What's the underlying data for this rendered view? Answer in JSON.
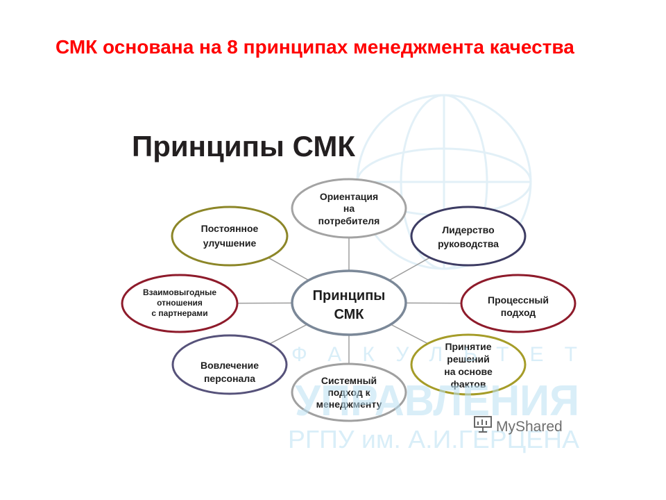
{
  "slide": {
    "title": "СМК основана на 8 принципах менеджмента качества",
    "title_color": "#ff0000"
  },
  "diagram": {
    "heading": "Принципы СМК",
    "connector_color": "#9d9d9d",
    "center": {
      "lines": [
        "Принципы",
        "СМК"
      ],
      "border": "#7b8898"
    },
    "nodes": [
      {
        "lines": [
          "Ориентация",
          "на",
          "потребителя"
        ],
        "border": "#a3a3a3"
      },
      {
        "lines": [
          "Лидерство",
          "руководства"
        ],
        "border": "#3d3c63"
      },
      {
        "lines": [
          "Процессный",
          "подход"
        ],
        "border": "#8e1b2b"
      },
      {
        "lines": [
          "Принятие",
          "решений",
          "на основе",
          "фактов"
        ],
        "border": "#a59c28"
      },
      {
        "lines": [
          "Системный",
          "подход к",
          "менеджменту"
        ],
        "border": "#a0a0a0"
      },
      {
        "lines": [
          "Вовлечение",
          "персонала"
        ],
        "border": "#56527a"
      },
      {
        "lines": [
          "Взаимовыгодные",
          "отношения",
          "с партнерами"
        ],
        "border": "#8e1b2b"
      },
      {
        "lines": [
          "Постоянное",
          "улучшение"
        ],
        "border": "#8c8628"
      }
    ]
  },
  "watermark": {
    "faculty": "ФАКУЛЬТЕТ",
    "department": "УПРАВЛЕНИЯ",
    "university": "РГПУ им. А.И.ГЕРЦЕНА",
    "color": "#b9e0f3",
    "icon": "globe-icon"
  },
  "logo": {
    "text": "MyShared",
    "icon": "presentation-board-icon"
  }
}
